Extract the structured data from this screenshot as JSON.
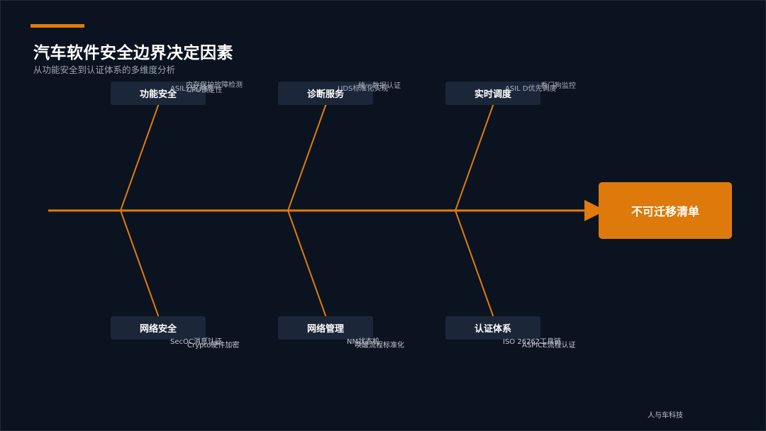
{
  "header": {
    "title": "汽车软件安全边界决定因素",
    "subtitle": "从功能安全到认证体系的多维度分析"
  },
  "effect": {
    "label": "不可迁移清单"
  },
  "categories": [
    {
      "label": "功能安全",
      "items": [
        "内存保护故障检测",
        "ASIL分区隔离",
        "CPU锁定性"
      ]
    },
    {
      "label": "诊断服务",
      "items": [
        "UDS标准化实现",
        "统一数据认证"
      ]
    },
    {
      "label": "实时调度",
      "items": [
        "ASIL D优先调度",
        "看门狗监控"
      ]
    },
    {
      "label": "网络安全",
      "items": [
        "SecOC消息认证",
        "Crypto硬件加密"
      ]
    },
    {
      "label": "网络管理",
      "items": [
        "NM状态机",
        "唤醒流程标准化"
      ]
    },
    {
      "label": "认证体系",
      "items": [
        "ISO 26262工具链",
        "ASPICE流程认证"
      ]
    }
  ],
  "footer": {
    "brand": "人与车科技"
  },
  "colors": {
    "background": "#0b1320",
    "accent": "#e07b0c",
    "category_box": "#1b2638",
    "connector": "#5b6f8a"
  }
}
